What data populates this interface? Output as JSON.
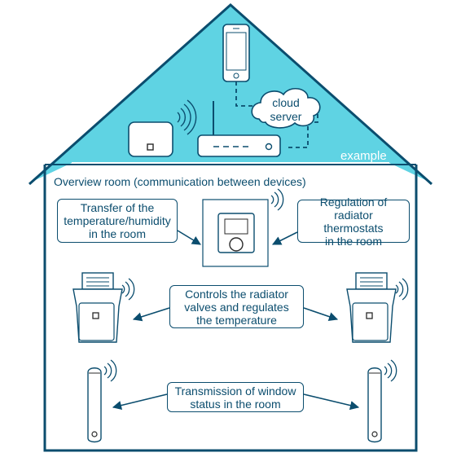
{
  "colors": {
    "roof_fill": "#5fd3e3",
    "line": "#0b4d6e",
    "device_body": "#ffffff",
    "device_dark": "#2a2a2a"
  },
  "roof": {
    "cloud_label": "cloud\nserver",
    "example_label": "example"
  },
  "room": {
    "title": "Overview room (communication between devices)"
  },
  "callouts": {
    "transfer": "Transfer of the\ntemperature/humidity\nin the room",
    "regulation": "Regulation of\nradiator thermostats\nin the room",
    "controls": "Controls the radiator\nvalves and regulates\nthe temperature",
    "window": "Transmission of window\nstatus in the room"
  },
  "icons": [
    "smartphone-icon",
    "cloud-icon",
    "home-gateway-icon",
    "router-icon",
    "wall-thermostat-icon",
    "radiator-thermostat-icon",
    "window-contact-icon",
    "wireless-signal-icon"
  ]
}
